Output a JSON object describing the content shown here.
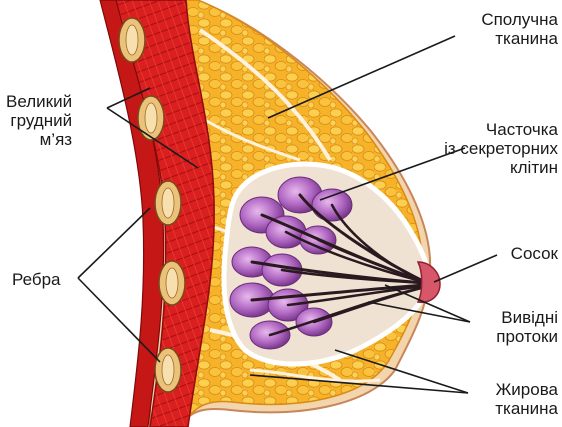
{
  "labels": {
    "muscle": [
      "Великий",
      "грудний",
      "м’яз"
    ],
    "ribs": [
      "Ребра"
    ],
    "connective": [
      "Сполучна",
      "тканина"
    ],
    "lobule": [
      "Часточка",
      "із секреторних",
      "клітин"
    ],
    "nipple": [
      "Сосок"
    ],
    "ducts": [
      "Вивідні",
      "протоки"
    ],
    "fat": [
      "Жирова",
      "тканина"
    ]
  },
  "colors": {
    "muscle": "#d81e1e",
    "fat": "#f3a21b",
    "fat_light": "#f8c94a",
    "lobule": "#a05cb6",
    "duct": "#2a1a20",
    "skin": "#f4d7b0",
    "rib": "#e9c07a"
  }
}
